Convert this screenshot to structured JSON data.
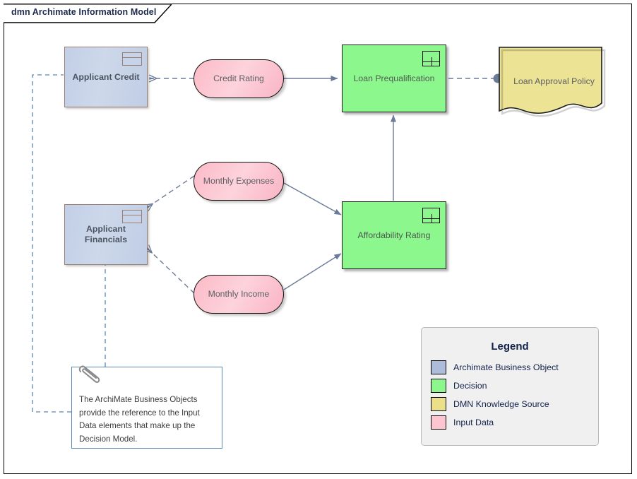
{
  "window": {
    "tab_title": "dmn Archimate Information Model"
  },
  "nodes": {
    "applicant_credit": {
      "label": "Applicant Credit",
      "type": "archimate-business-object",
      "icon": "business-object-icon"
    },
    "applicant_financials": {
      "label": "Applicant\nFinancials",
      "label_line1": "Applicant",
      "label_line2": "Financials",
      "type": "archimate-business-object",
      "icon": "business-object-icon"
    },
    "credit_rating": {
      "label": "Credit Rating",
      "type": "input-data"
    },
    "monthly_expenses": {
      "label": "Monthly Expenses",
      "type": "input-data"
    },
    "monthly_income": {
      "label": "Monthly Income",
      "type": "input-data"
    },
    "loan_prequalification": {
      "label": "Loan Prequalification",
      "type": "decision",
      "icon": "decision-table-icon"
    },
    "affordability_rating": {
      "label": "Affordability Rating",
      "type": "decision",
      "icon": "decision-table-icon"
    },
    "loan_approval_policy": {
      "label": "Loan Approval Policy",
      "type": "dmn-knowledge-source"
    }
  },
  "note": {
    "lines": [
      "The ArchiMate Business Objects",
      "provide the reference to the Input",
      "Data elements that make up the",
      "Decision Model."
    ],
    "icon": "paperclip-icon"
  },
  "legend": {
    "title": "Legend",
    "items": [
      {
        "label": "Archimate Business Object",
        "color": "#adbcd8"
      },
      {
        "label": "Decision",
        "color": "#8df78d"
      },
      {
        "label": "DMN Knowledge Source",
        "color": "#ebe08a"
      },
      {
        "label": "Input Data",
        "color": "#fcc5d0"
      }
    ]
  },
  "colors": {
    "business_object": "#c5d0e6",
    "business_object_border": "#9a7f72",
    "decision": "#8cf78c",
    "knowledge_source": "#ece394",
    "input_data": "#fbc3d0",
    "edge": "#6b7a99",
    "note_border": "#5b87b5",
    "legend_bg": "#f0f0f0",
    "title_text": "#1b2a4a"
  }
}
